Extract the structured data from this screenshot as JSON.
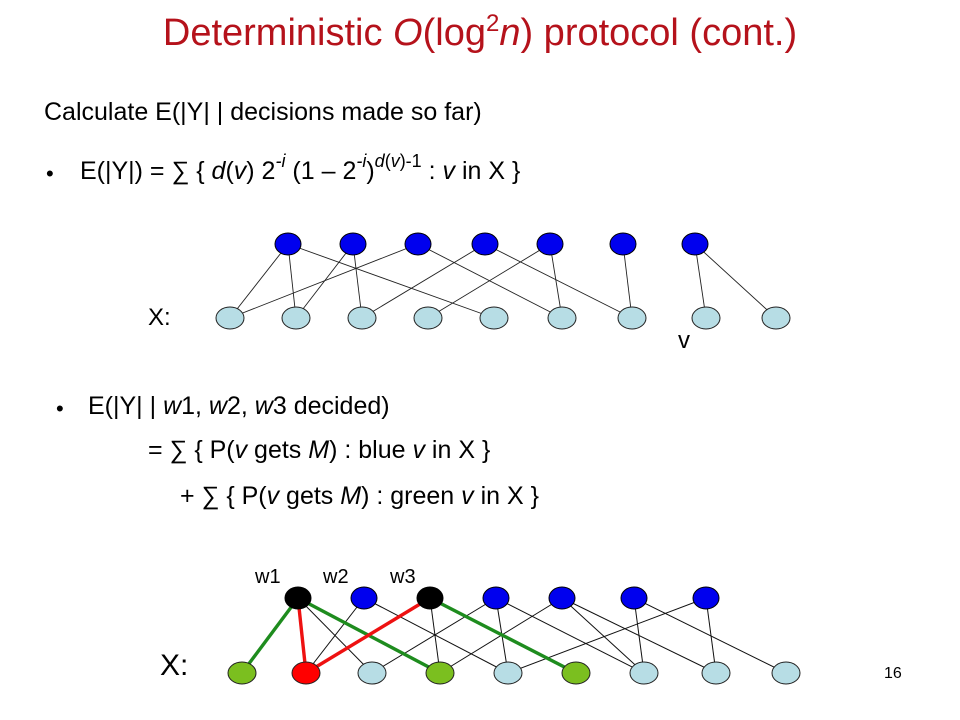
{
  "title": {
    "pre": "Deterministic ",
    "o": "O",
    "log": "(log",
    "sup": "2",
    "n": "n",
    "post": ") protocol (cont.)"
  },
  "subtitle": "Calculate E(|Y| | decisions made so far)",
  "formula1": {
    "bullet": "•",
    "p1": "E(|Y|) = ∑ { ",
    "dv": "d",
    "p2": "(",
    "v1": "v",
    "p3": ") 2",
    "sup1": "-i",
    "p4": " (1 – 2",
    "sup2": "-i",
    "p5": ")",
    "sup3_d": "d",
    "sup3_p": "(",
    "sup3_v": "v",
    "sup3_e": ")-1",
    "p6": " : ",
    "v2": "v",
    "p7": " in X }"
  },
  "graph1": {
    "x_label": "X:",
    "v_label": "v"
  },
  "formula2": {
    "bullet": "•",
    "l1_pre": "E(|Y| | ",
    "w1": "w",
    "w1n": "1, ",
    "w2": "w",
    "w2n": "2, ",
    "w3": "w",
    "w3n": "3 decided)",
    "l2_pre": "=  ∑ { P(",
    "l2_v": "v",
    "l2_mid": " gets ",
    "l2_m": "M",
    "l2_post": ") : blue ",
    "l2_v2": "v",
    "l2_end": " in X }",
    "l3_pre": "+ ∑ { P(",
    "l3_v": "v",
    "l3_mid": " gets ",
    "l3_m": "M",
    "l3_post": ") : green ",
    "l3_v2": "v",
    "l3_end": " in X }"
  },
  "graph2": {
    "x_label": "X:",
    "w_labels": [
      "w1",
      "w2",
      "w3"
    ]
  },
  "page_number": "16",
  "colors": {
    "title": "#b5121b",
    "blue": "#0000ee",
    "light": "#b7dde5",
    "green": "#7bbf1f",
    "red": "#ff0000",
    "black": "#000000",
    "edge_green": "#1e8c1e",
    "edge_red": "#ee1111"
  }
}
